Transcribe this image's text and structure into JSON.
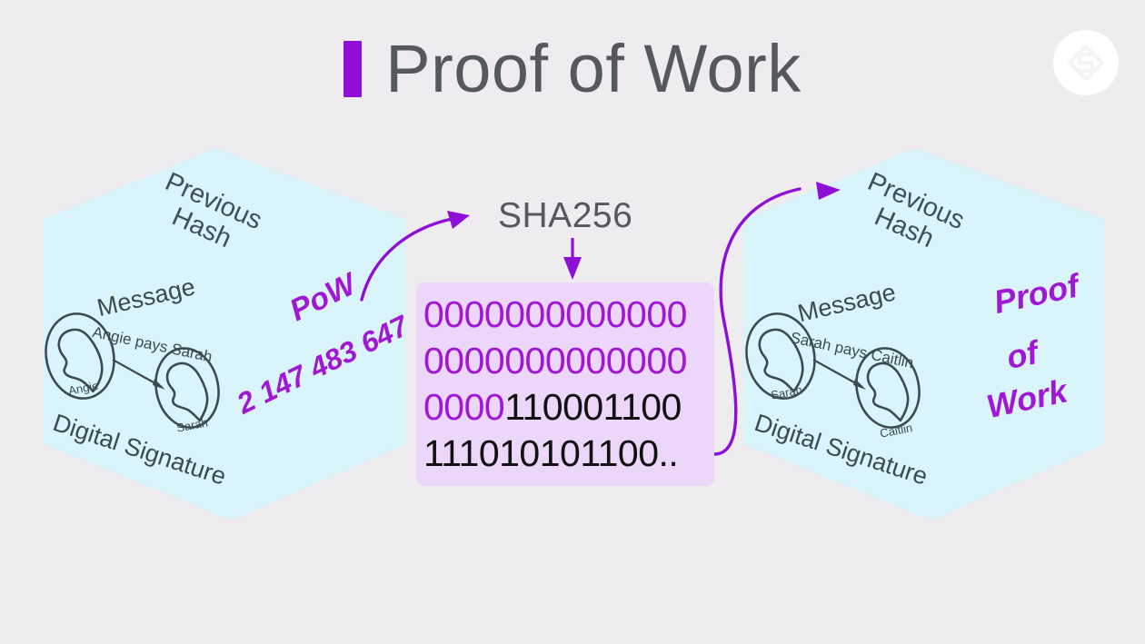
{
  "background_color": "#efecef",
  "accent_color": "#a017d6",
  "cube_fill_color": "#d9f4fa",
  "hash_block_color": "#ecd6f9",
  "header": {
    "title": "Proof of Work",
    "accent_bar": "purple-bar",
    "logo_icon": "brand-diamond-logo"
  },
  "left_block": {
    "previous_hash_line1": "Previous",
    "previous_hash_line2": "Hash",
    "message_label": "Message",
    "message_body": "Angie pays Sarah",
    "digital_signature_label": "Digital Signature",
    "sender_name": "Angie",
    "receiver_name": "Sarah",
    "pow_label": "PoW",
    "pow_value": "2 147 483 647"
  },
  "right_block": {
    "previous_hash_line1": "Previous",
    "previous_hash_line2": "Hash",
    "message_label": "Message",
    "message_body": "Sarah pays Caitlin",
    "digital_signature_label": "Digital Signature",
    "sender_name": "Sarah",
    "receiver_name": "Caitlin",
    "pow_line1": "Proof",
    "pow_line2": "of",
    "pow_line3": "Work"
  },
  "hash": {
    "function_label": "SHA256",
    "lines": [
      {
        "zeros": "0000000000000",
        "ones": ""
      },
      {
        "zeros": "0000000000000",
        "ones": ""
      },
      {
        "zeros": "0000",
        "ones": "110001100"
      },
      {
        "zeros": "",
        "ones": "111010101100.."
      }
    ]
  },
  "arrows": {
    "block_to_sha": "curved-arrow-right",
    "sha_to_hash": "down-arrow",
    "hash_to_next_block": "s-curve-arrow"
  }
}
